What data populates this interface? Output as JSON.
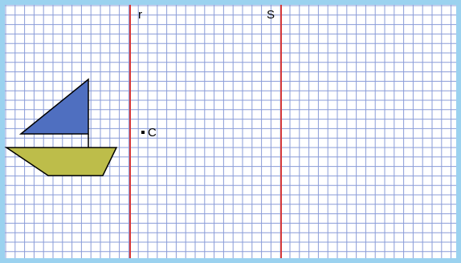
{
  "colors": {
    "background": "#ffffff",
    "grid": "#8a9cd8",
    "border": "#9bd2ef",
    "mirror_lines": "#d63a3a",
    "sail": "#4f6fc0",
    "hull": "#bdbd4a",
    "outline": "#000000"
  },
  "mirror_lines": [
    {
      "label": "r"
    },
    {
      "label": "S"
    }
  ],
  "point": {
    "label": "C"
  },
  "shapes": {
    "sail": "triangle",
    "hull": "trapezoid"
  }
}
